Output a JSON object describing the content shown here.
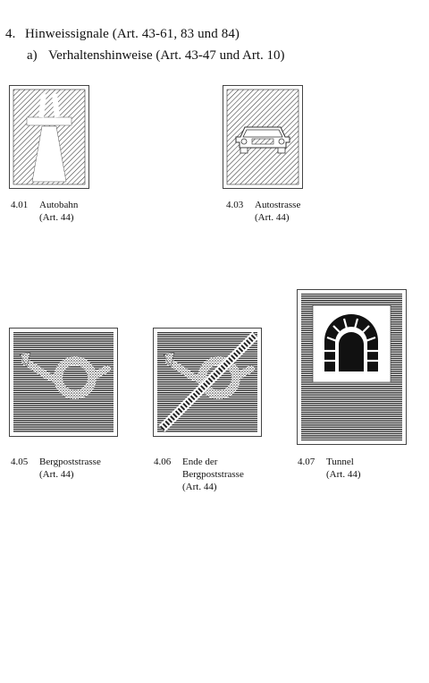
{
  "section": {
    "number": "4.",
    "title": "Hinweissignale (Art. 43-61, 83 und 84)"
  },
  "subsection": {
    "number": "a)",
    "title": "Verhaltenshinweise (Art. 43-47 und Art. 10)"
  },
  "signs": [
    {
      "code": "4.01",
      "name": "Autobahn",
      "article": "(Art. 44)",
      "icon": "motorway-sign-icon"
    },
    {
      "code": "4.03",
      "name": "Autostrasse",
      "article": "(Art. 44)",
      "icon": "expressway-car-sign-icon"
    },
    {
      "code": "4.05",
      "name": "Bergpoststrasse",
      "article": "(Art. 44)",
      "icon": "post-horn-sign-icon"
    },
    {
      "code": "4.06",
      "name_line1": "Ende der",
      "name_line2": "Bergpoststrasse",
      "article": "(Art. 44)",
      "icon": "end-post-horn-sign-icon"
    },
    {
      "code": "4.07",
      "name": "Tunnel",
      "article": "(Art. 44)",
      "icon": "tunnel-sign-icon"
    }
  ]
}
